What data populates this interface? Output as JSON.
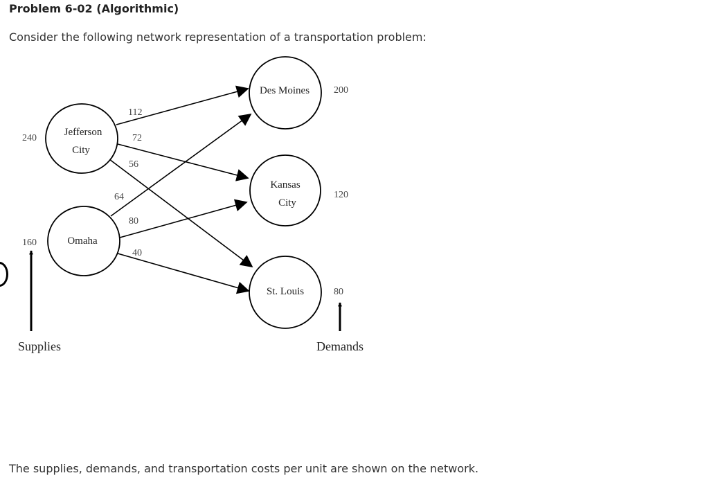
{
  "problem_title": "Problem 6-02 (Algorithmic)",
  "intro_text": "Consider the following network representation of a transportation problem:",
  "footer_text": "The supplies, demands, and transportation costs per unit are shown on the network.",
  "network": {
    "sources": [
      {
        "id": "jefferson",
        "line1": "Jefferson",
        "line2": "City",
        "supply": "240"
      },
      {
        "id": "omaha",
        "line1": "Omaha",
        "line2": "",
        "supply": "160"
      }
    ],
    "destinations": [
      {
        "id": "desmoines",
        "line1": "Des Moines",
        "line2": "",
        "demand": "200"
      },
      {
        "id": "kansas",
        "line1": "Kansas",
        "line2": "City",
        "demand": "120"
      },
      {
        "id": "stlouis",
        "line1": "St. Louis",
        "line2": "",
        "demand": "80"
      }
    ],
    "arcs": [
      {
        "from": "Jefferson City",
        "to": "Des Moines",
        "cost": "112"
      },
      {
        "from": "Jefferson City",
        "to": "Kansas City",
        "cost": "72"
      },
      {
        "from": "Jefferson City",
        "to": "St. Louis",
        "cost": "56"
      },
      {
        "from": "Omaha",
        "to": "Des Moines",
        "cost": "64"
      },
      {
        "from": "Omaha",
        "to": "Kansas City",
        "cost": "80"
      },
      {
        "from": "Omaha",
        "to": "St. Louis",
        "cost": "40"
      }
    ],
    "supplies_label": "Supplies",
    "demands_label": "Demands"
  }
}
